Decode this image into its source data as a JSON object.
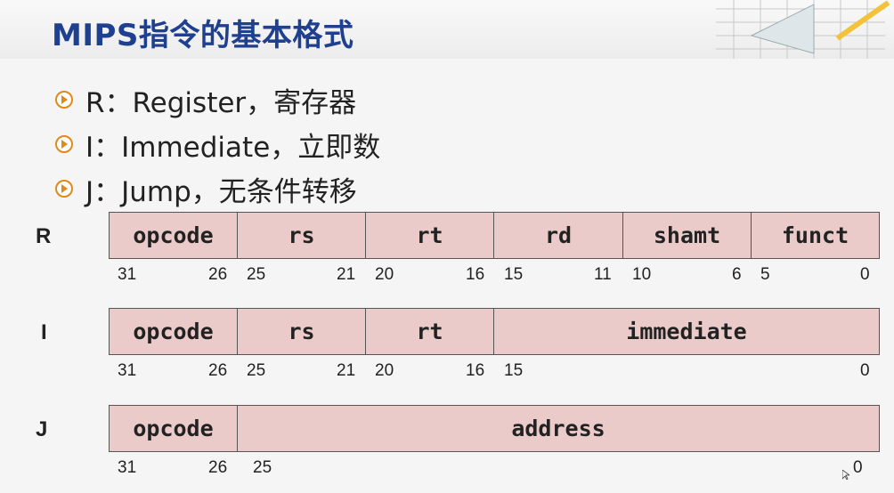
{
  "title": "MIPS指令的基本格式",
  "bullets": [
    {
      "text": "R：Register，寄存器"
    },
    {
      "text": "I：Immediate，立即数"
    },
    {
      "text": "J：Jump，无条件转移"
    }
  ],
  "formats": {
    "R": {
      "label": "R",
      "fields": [
        "opcode",
        "rs",
        "rt",
        "rd",
        "shamt",
        "funct"
      ]
    },
    "I": {
      "label": "I",
      "fields": [
        "opcode",
        "rs",
        "rt",
        "immediate"
      ]
    },
    "J": {
      "label": "J",
      "fields": [
        "opcode",
        "address"
      ]
    }
  },
  "bit_labels": {
    "R": [
      "31",
      "26",
      "25",
      "21",
      "20",
      "16",
      "15",
      "11",
      "10",
      "6",
      "5",
      "0"
    ],
    "I": [
      "31",
      "26",
      "25",
      "21",
      "20",
      "16",
      "15",
      "0"
    ],
    "J": [
      "31",
      "26",
      "25",
      "0"
    ]
  },
  "colors": {
    "title": "#1f3f8f",
    "field_fill": "#ebcaca",
    "bullet_accent": "#e08a18"
  }
}
